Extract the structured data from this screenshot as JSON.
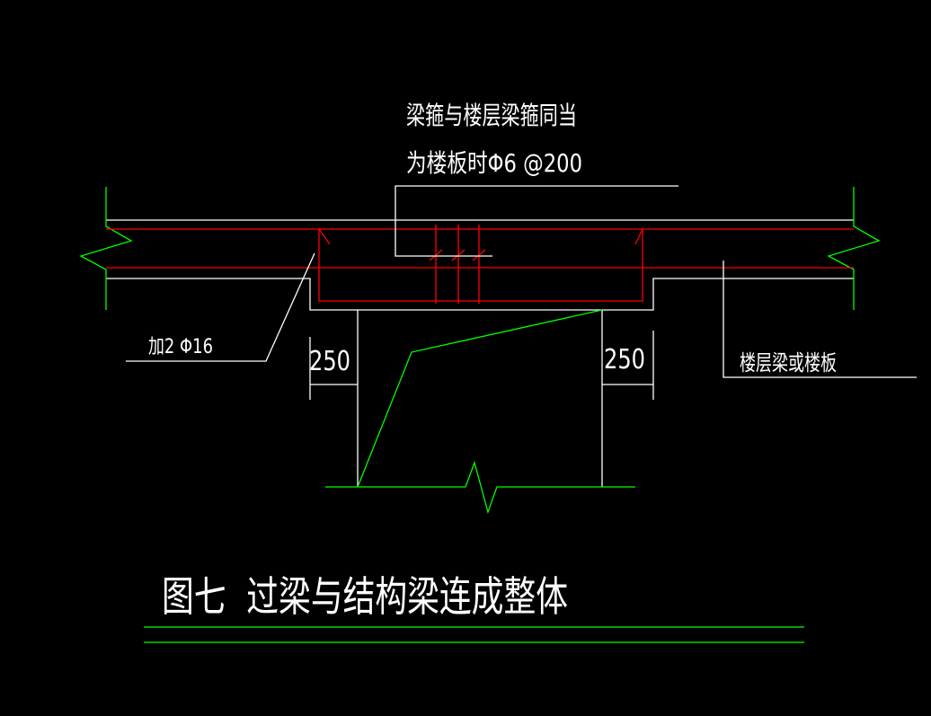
{
  "colors": {
    "background": "#000000",
    "outline": "#ffffff",
    "rebar": "#ff0000",
    "break_line": "#00ff00",
    "text": "#ffffff"
  },
  "annotations": {
    "top_note_line1": "梁箍与楼层梁箍同当",
    "top_note_line2": "为楼板时Φ6 @200",
    "left_note": "加2 Φ16",
    "right_note": "楼层梁或楼板",
    "dim_left": "250",
    "dim_right": "250"
  },
  "title": "图七  过梁与结构梁连成整体"
}
